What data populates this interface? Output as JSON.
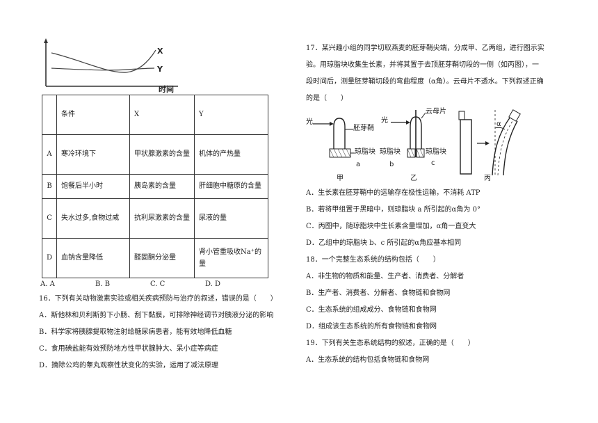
{
  "graph": {
    "x_label": "X",
    "y_label": "Y",
    "axis_label": "时间"
  },
  "table": {
    "header": [
      "",
      "条件",
      "X",
      "Y"
    ],
    "rows": [
      [
        "A",
        "寒冷环境下",
        "甲状腺激素的含量",
        "机体的产热量"
      ],
      [
        "B",
        "饱餐后半小时",
        "胰岛素的含量",
        "肝细胞中糖原的含量"
      ],
      [
        "C",
        "失水过多,食物过咸",
        "抗利尿激素的含量",
        "尿液的量"
      ],
      [
        "D",
        "血钠含量降低",
        "醛固酮分泌量",
        "肾小管重吸收Na⁺的量"
      ]
    ]
  },
  "answers": [
    "A. A",
    "B. B",
    "C. C",
    "D. D"
  ],
  "q16": {
    "stem": "16．下列有关动物激素实验或相关疾病预防与治疗的叙述，错误的是（　　）",
    "options": [
      "A．斯他林和贝利斯剪下小肠、刮下黏膜，可排除神经调节对胰液分泌的影响",
      "B．科学家将胰腺提取物注射给糖尿病患者，能有效地降低血糖",
      "C．食用碘盐能有效预防地方性甲状腺肿大、呆小症等病症",
      "D．摘除公鸡的睾丸观察性状变化的实验，运用了减法原理"
    ]
  },
  "q17": {
    "stem_lines": [
      "17．某兴趣小组的同学切取燕麦的胚芽鞘尖端，分成甲、乙两组，进行图示实",
      "验。用琼脂块收集生长素，并将其置于去顶胚芽鞘切段的一侧（如丙图），一",
      "段时间后，测量胚芽鞘切段的弯曲程度（α角）。云母片不透水。下列叙述正确",
      "的是（　　）"
    ],
    "figure": {
      "light_a": "光",
      "coleoptile": "胚芽鞘",
      "agar_a": "琼脂块",
      "a": "a",
      "light_b": "光",
      "mica": "云母片",
      "agar_b": "琼脂块",
      "agar_c": "琼脂块",
      "b": "b",
      "c": "c",
      "alpha": "α",
      "jia": "甲",
      "yi": "乙",
      "bing": "丙"
    },
    "options": [
      "A．生长素在胚芽鞘中的运输存在极性运输，不消耗 ATP",
      "B．若将甲组置于黑暗中，则琼脂块 a 所引起的α角为 0°",
      "C．丙图中，随琼脂块中生长素含量增加，α角一直变大",
      "D．乙组中的琼脂块 b、c 所引起的α角应基本相同"
    ]
  },
  "q18": {
    "stem": "18．一个完整生态系统的结构包括（　　）",
    "options": [
      "A．非生物的物质和能量、生产者、消费者、分解者",
      "B．生产者、消费者、分解者、食物链和食物网",
      "C．生态系统的组成成分、食物链和食物网",
      "D．组成该生态系统的所有食物链和食物网"
    ]
  },
  "q19": {
    "stem": "19．下列有关生态系统结构的叙述，正确的是（　　）",
    "options": [
      "A．生态系统的结构包括食物链和食物网"
    ]
  }
}
